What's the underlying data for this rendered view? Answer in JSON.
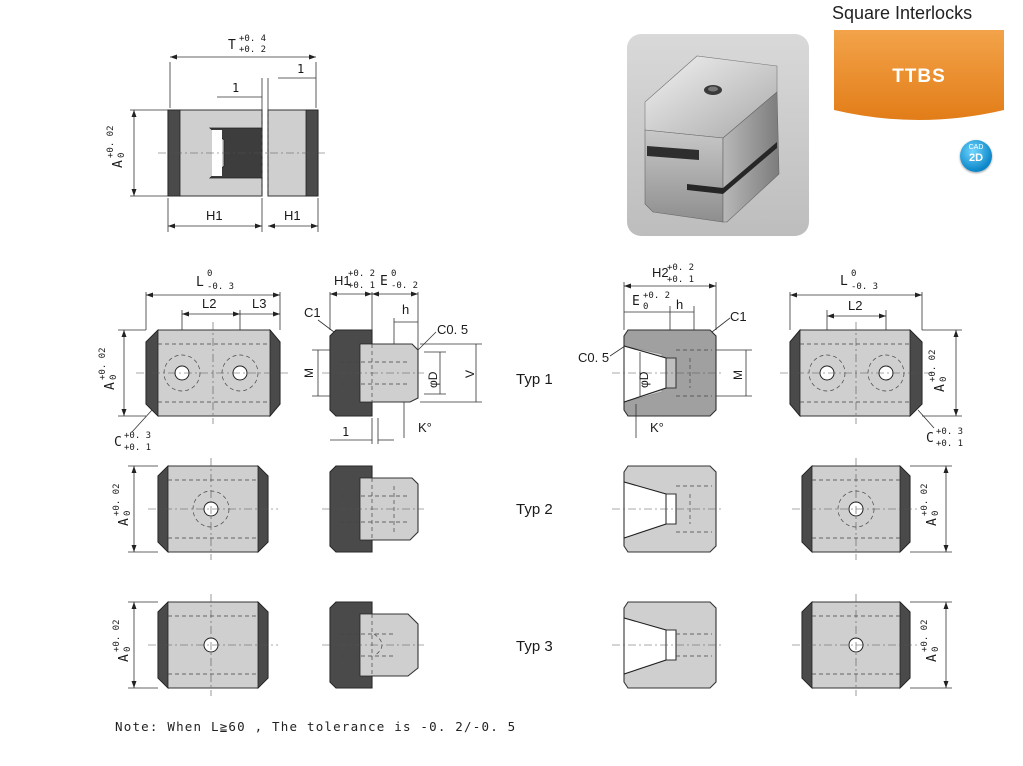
{
  "header": {
    "title": "Square Interlocks",
    "badge": "TTBS"
  },
  "cad_icon": {
    "line1": "CAD",
    "line2": "2D",
    "icon": "cad-2d-icon"
  },
  "product_photo": {
    "icon": "interlock-product-photo"
  },
  "top_view": {
    "T": "T",
    "T_tol_upper": "+0. 4",
    "T_tol_lower": "+0. 2",
    "one_a": "1",
    "one_b": "1",
    "A": "A",
    "A_tol_upper": "+0. 02",
    "A_tol_lower": "0",
    "H1_a": "H1",
    "H1_b": "H1"
  },
  "left_plan": {
    "L": "L",
    "L_tol_upper": "0",
    "L_tol_lower": "-0. 3",
    "L2": "L2",
    "L3": "L3",
    "A": "A",
    "A_tol_upper": "+0. 02",
    "A_tol_lower": "0",
    "C": "C",
    "C_tol_upper": "+0. 3",
    "C_tol_lower": "+0. 1"
  },
  "left_side": {
    "H1": "H1",
    "H1_tol_upper": "+0. 2",
    "H1_tol_lower": "+0. 1",
    "E": "E",
    "E_tol_upper": "0",
    "E_tol_lower": "-0. 2",
    "h": "h",
    "C1": "C1",
    "C05": "C0. 5",
    "M": "M",
    "D": "φD",
    "V": "V",
    "one": "1",
    "K": "K°"
  },
  "right_side": {
    "H2": "H2",
    "H2_tol_upper": "+0. 2",
    "H2_tol_lower": "+0. 1",
    "E": "E",
    "E_tol_upper": "+0. 2",
    "E_tol_lower": "0",
    "h": "h",
    "C1": "C1",
    "C05": "C0. 5",
    "D": "φD",
    "M": "M",
    "K": "K°"
  },
  "right_plan": {
    "L": "L",
    "L_tol_upper": "0",
    "L_tol_lower": "-0. 3",
    "L2": "L2",
    "A": "A",
    "A_tol_upper": "+0. 02",
    "A_tol_lower": "0",
    "C": "C",
    "C_tol_upper": "+0. 3",
    "C_tol_lower": "+0. 1"
  },
  "rows": [
    {
      "label": "Typ 1"
    },
    {
      "label": "Typ 2",
      "A": "A",
      "A_tol_upper": "+0. 02",
      "A_tol_lower": "0",
      "A_right": "A",
      "A_right_tol_upper": "+0. 02",
      "A_right_tol_lower": "0"
    },
    {
      "label": "Typ 3",
      "A": "A",
      "A_tol_upper": "+0. 02",
      "A_tol_lower": "0",
      "A_right": "A",
      "A_right_tol_upper": "+0. 02",
      "A_right_tol_lower": "0"
    }
  ],
  "note": "Note: When L≧60 , The tolerance is -0. 2/-0. 5"
}
